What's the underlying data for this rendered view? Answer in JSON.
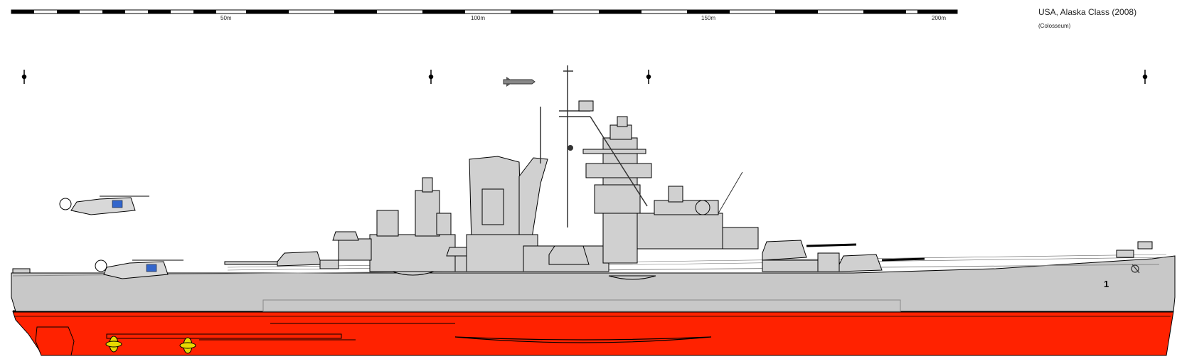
{
  "header": {
    "title": "USA, Alaska Class (2008)",
    "subtitle": "(Colosseum)"
  },
  "scale_bar": {
    "labels": [
      "50m",
      "100m",
      "150m",
      "200m"
    ]
  },
  "hull": {
    "pennant_number": "1"
  },
  "colors": {
    "hull_grey": "#c8c8c8",
    "superstructure_grey": "#d0d0d0",
    "waterline_red": "#ff2200",
    "scale_black": "#000000",
    "propeller_yellow": "#e8d800",
    "helicopter_blue": "#3366cc"
  }
}
